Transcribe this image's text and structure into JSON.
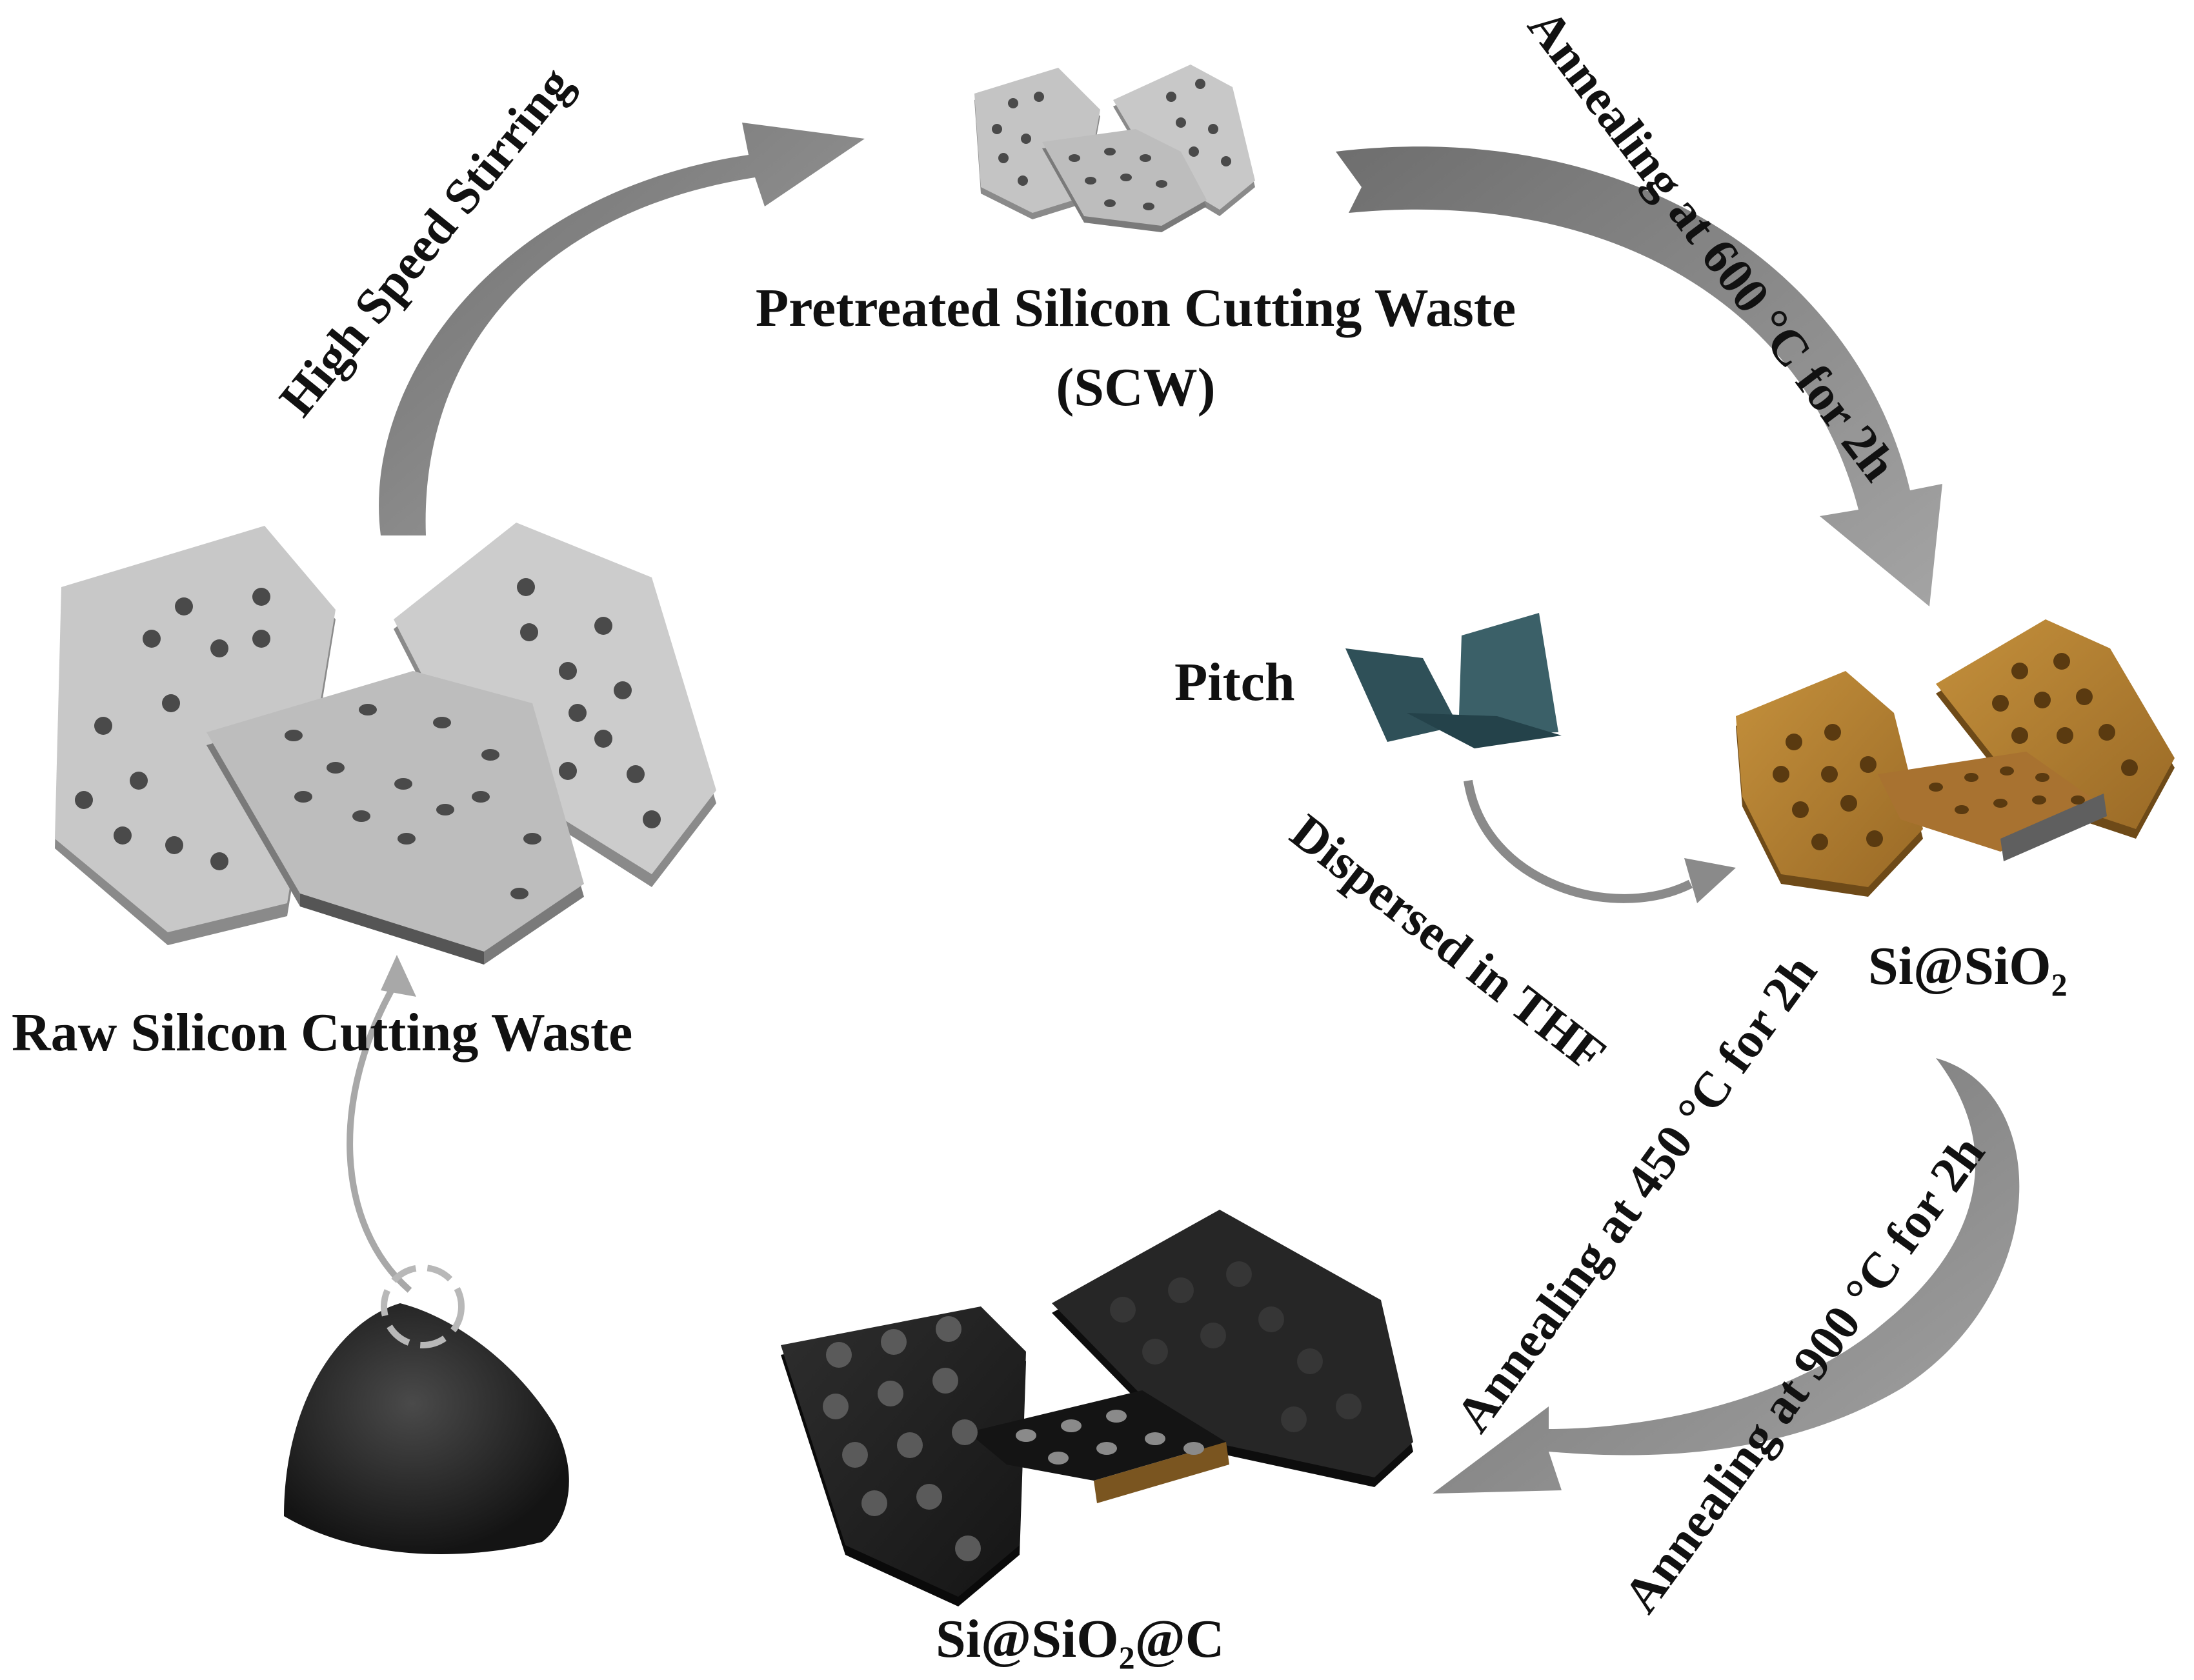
{
  "labels": {
    "raw_scw": "Raw Silicon  Cutting Waste",
    "pretreated_line1": "Pretreated Silicon Cutting Waste",
    "pretreated_line2": "(SCW)",
    "high_speed_stirring": "High Speed Stirring",
    "annealing_600": "Annealing at 600 °C for 2h",
    "pitch": "Pitch",
    "dispersed_thf": "Dispersed in THF",
    "si_sio2_a": "Si@SiO",
    "si_sio2_sub": "2",
    "annealing_450": "Annealing at 450 °C for 2h",
    "annealing_900": "Annealing at 900 °C for 2h",
    "si_sio2_c_a": "Si@SiO",
    "si_sio2_c_sub": "2",
    "si_sio2_c_b": "@C"
  },
  "colors": {
    "arrow": "#8a8a8a",
    "raw_powder": "#2a2a2a",
    "scw_flake": "#c4c4c4",
    "scw_dot": "#4a4a4a",
    "sio2_flake": "#b07a30",
    "carbon_flake": "#1e1e1e",
    "pitch": "#2f5058"
  }
}
